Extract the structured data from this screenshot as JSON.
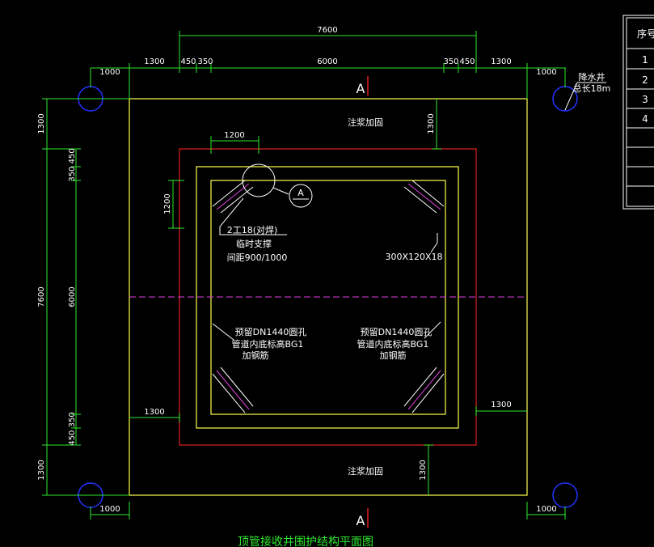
{
  "dimensions": {
    "top_total": "7600",
    "top_1300_left": "1300",
    "top_450_left": "450",
    "top_350_left": "350",
    "top_6000": "6000",
    "top_350_right": "350",
    "top_450_right": "450",
    "top_1300_right": "1300",
    "top_1000_left": "1000",
    "top_1000_right": "1000",
    "left_1300_top": "1300",
    "left_350_450": "350 450",
    "left_total": "7600",
    "left_6000": "6000",
    "left_450_350": "450 350",
    "left_1300_bottom": "1300",
    "inner_1300_top": "1300",
    "inner_1200_h": "1200",
    "inner_1200_v": "1200",
    "inner_1300_left": "1300",
    "inner_1300_right": "1300",
    "inner_1300_bottom": "1300",
    "bottom_1000_left": "1000",
    "bottom_1000_right": "1000"
  },
  "labels": {
    "grouting_top": "注浆加固",
    "grouting_bottom": "注浆加固",
    "well_name": "降水井",
    "well_depth": "总长18m",
    "brace_spec": "2工18(对焊)",
    "brace_name": "临时支撑",
    "brace_spacing": "间距900/1000",
    "corner_spec": "300X120X18",
    "hole_left_1": "预留DN1440圆孔",
    "hole_left_2": "管道内底标高BG1",
    "hole_left_3": "加钢筋",
    "hole_right_1": "预留DN1440圆孔",
    "hole_right_2": "管道内底标高BG1",
    "hole_right_3": "加钢筋",
    "section_top": "A",
    "section_bottom": "A",
    "detail_ref": "A",
    "title": "顶管接收井围护结构平面图"
  },
  "table": {
    "header": "序号",
    "rows": [
      "1",
      "2",
      "3",
      "4",
      "",
      "",
      ""
    ]
  },
  "colors": {
    "background": "#000000",
    "dimension": "#2ee82e",
    "outer_yellow": "#ffff4d",
    "red": "#e02020",
    "magenta": "#e040e0",
    "blue": "#2233ff",
    "white": "#ffffff"
  }
}
